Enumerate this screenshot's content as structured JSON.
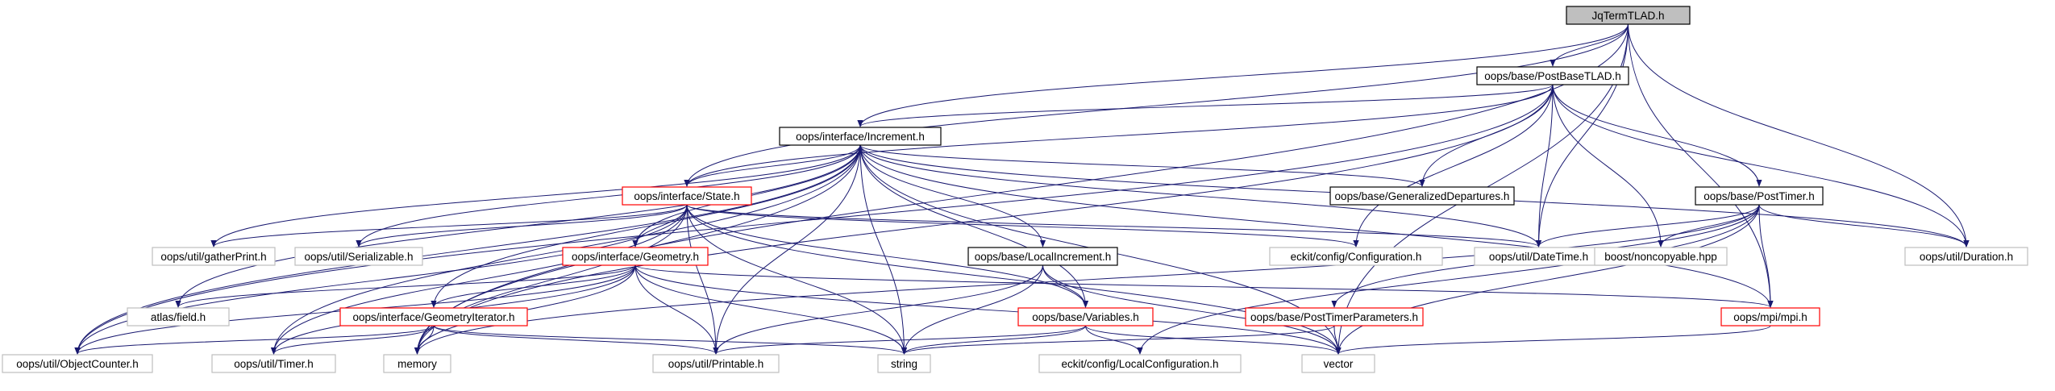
{
  "colors": {
    "edge": "#191970",
    "border_documented": "#000000",
    "border_incomplete": "#ff0000",
    "border_external": "#bfbfbf",
    "root_fill": "#bfbfbf",
    "node_fill": "#ffffff",
    "text": "#000000"
  },
  "nodes": [
    {
      "id": "root",
      "label": "JqTermTLAD.h",
      "kind": "root"
    },
    {
      "id": "postbase",
      "label": "oops/base/PostBaseTLAD.h",
      "kind": "documented"
    },
    {
      "id": "increment",
      "label": "oops/interface/Increment.h",
      "kind": "documented"
    },
    {
      "id": "state",
      "label": "oops/interface/State.h",
      "kind": "incomplete"
    },
    {
      "id": "gendep",
      "label": "oops/base/GeneralizedDepartures.h",
      "kind": "documented"
    },
    {
      "id": "posttimer",
      "label": "oops/base/PostTimer.h",
      "kind": "documented"
    },
    {
      "id": "gatherprint",
      "label": "oops/util/gatherPrint.h",
      "kind": "external"
    },
    {
      "id": "serializable",
      "label": "oops/util/Serializable.h",
      "kind": "external"
    },
    {
      "id": "configuration",
      "label": "eckit/config/Configuration.h",
      "kind": "external"
    },
    {
      "id": "datetime",
      "label": "oops/util/DateTime.h",
      "kind": "external"
    },
    {
      "id": "noncopyable",
      "label": "boost/noncopyable.hpp",
      "kind": "external"
    },
    {
      "id": "duration",
      "label": "oops/util/Duration.h",
      "kind": "external"
    },
    {
      "id": "geometry",
      "label": "oops/interface/Geometry.h",
      "kind": "incomplete"
    },
    {
      "id": "localinc",
      "label": "oops/base/LocalIncrement.h",
      "kind": "documented"
    },
    {
      "id": "atlasfield",
      "label": "atlas/field.h",
      "kind": "external"
    },
    {
      "id": "geoiter",
      "label": "oops/interface/GeometryIterator.h",
      "kind": "incomplete"
    },
    {
      "id": "variables",
      "label": "oops/base/Variables.h",
      "kind": "incomplete"
    },
    {
      "id": "ptparams",
      "label": "oops/base/PostTimerParameters.h",
      "kind": "incomplete"
    },
    {
      "id": "mpi",
      "label": "oops/mpi/mpi.h",
      "kind": "incomplete"
    },
    {
      "id": "objcounter",
      "label": "oops/util/ObjectCounter.h",
      "kind": "external"
    },
    {
      "id": "timer",
      "label": "oops/util/Timer.h",
      "kind": "external"
    },
    {
      "id": "memory",
      "label": "memory",
      "kind": "external"
    },
    {
      "id": "printable",
      "label": "oops/util/Printable.h",
      "kind": "external"
    },
    {
      "id": "string",
      "label": "string",
      "kind": "external"
    },
    {
      "id": "localconfig",
      "label": "eckit/config/LocalConfiguration.h",
      "kind": "external"
    },
    {
      "id": "vector",
      "label": "vector",
      "kind": "external"
    }
  ],
  "edges": [
    [
      "root",
      "postbase"
    ],
    [
      "root",
      "increment"
    ],
    [
      "root",
      "state"
    ],
    [
      "root",
      "datetime"
    ],
    [
      "root",
      "duration"
    ],
    [
      "root",
      "mpi"
    ],
    [
      "root",
      "vector"
    ],
    [
      "root",
      "memory"
    ],
    [
      "postbase",
      "increment"
    ],
    [
      "postbase",
      "state"
    ],
    [
      "postbase",
      "gendep"
    ],
    [
      "postbase",
      "posttimer"
    ],
    [
      "postbase",
      "configuration"
    ],
    [
      "postbase",
      "datetime"
    ],
    [
      "postbase",
      "noncopyable"
    ],
    [
      "postbase",
      "duration"
    ],
    [
      "postbase",
      "memory"
    ],
    [
      "postbase",
      "objcounter"
    ],
    [
      "increment",
      "state"
    ],
    [
      "increment",
      "gendep"
    ],
    [
      "increment",
      "gatherprint"
    ],
    [
      "increment",
      "serializable"
    ],
    [
      "increment",
      "datetime"
    ],
    [
      "increment",
      "duration"
    ],
    [
      "increment",
      "geometry"
    ],
    [
      "increment",
      "localinc"
    ],
    [
      "increment",
      "atlasfield"
    ],
    [
      "increment",
      "geoiter"
    ],
    [
      "increment",
      "variables"
    ],
    [
      "increment",
      "mpi"
    ],
    [
      "increment",
      "objcounter"
    ],
    [
      "increment",
      "timer"
    ],
    [
      "increment",
      "memory"
    ],
    [
      "increment",
      "printable"
    ],
    [
      "increment",
      "string"
    ],
    [
      "increment",
      "vector"
    ],
    [
      "state",
      "gatherprint"
    ],
    [
      "state",
      "serializable"
    ],
    [
      "state",
      "configuration"
    ],
    [
      "state",
      "datetime"
    ],
    [
      "state",
      "geometry"
    ],
    [
      "state",
      "variables"
    ],
    [
      "state",
      "objcounter"
    ],
    [
      "state",
      "timer"
    ],
    [
      "state",
      "memory"
    ],
    [
      "state",
      "printable"
    ],
    [
      "state",
      "string"
    ],
    [
      "state",
      "vector"
    ],
    [
      "posttimer",
      "datetime"
    ],
    [
      "posttimer",
      "noncopyable"
    ],
    [
      "posttimer",
      "duration"
    ],
    [
      "posttimer",
      "ptparams"
    ],
    [
      "posttimer",
      "mpi"
    ],
    [
      "posttimer",
      "memory"
    ],
    [
      "posttimer",
      "localconfig"
    ],
    [
      "posttimer",
      "vector"
    ],
    [
      "geometry",
      "atlasfield"
    ],
    [
      "geometry",
      "geoiter"
    ],
    [
      "geometry",
      "mpi"
    ],
    [
      "geometry",
      "objcounter"
    ],
    [
      "geometry",
      "timer"
    ],
    [
      "geometry",
      "memory"
    ],
    [
      "geometry",
      "printable"
    ],
    [
      "geometry",
      "string"
    ],
    [
      "geometry",
      "vector"
    ],
    [
      "localinc",
      "variables"
    ],
    [
      "localinc",
      "printable"
    ],
    [
      "localinc",
      "string"
    ],
    [
      "localinc",
      "vector"
    ],
    [
      "geoiter",
      "objcounter"
    ],
    [
      "geoiter",
      "timer"
    ],
    [
      "geoiter",
      "memory"
    ],
    [
      "geoiter",
      "printable"
    ],
    [
      "geoiter",
      "string"
    ],
    [
      "variables",
      "printable"
    ],
    [
      "variables",
      "string"
    ],
    [
      "variables",
      "localconfig"
    ],
    [
      "variables",
      "vector"
    ],
    [
      "ptparams",
      "string"
    ],
    [
      "ptparams",
      "vector"
    ],
    [
      "mpi",
      "vector"
    ]
  ]
}
